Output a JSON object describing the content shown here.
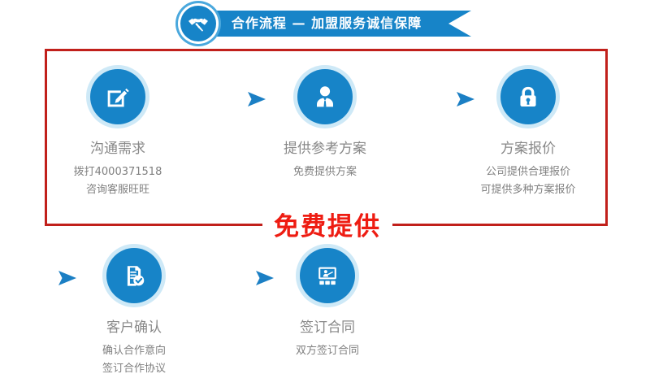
{
  "header": {
    "icon": "handshake-icon",
    "title": "合作流程 — 加盟服务诚信保障",
    "bar_color": "#1784c8"
  },
  "highlight": {
    "label": "免费提供",
    "border_color": "#c1201b",
    "text_color": "#ee1c12"
  },
  "colors": {
    "circle_blue": "#1784c8",
    "arrow_blue": "#1b7fc4",
    "title_gray": "#888888",
    "desc_gray": "#808080"
  },
  "steps": [
    {
      "icon": "pencil-edit-icon",
      "title": "沟通需求",
      "lines": [
        "拨打4000371518",
        "咨询客服旺旺"
      ]
    },
    {
      "icon": "businessman-icon",
      "title": "提供参考方案",
      "lines": [
        "免费提供方案"
      ]
    },
    {
      "icon": "padlock-icon",
      "title": "方案报价",
      "lines": [
        "公司提供合理报价",
        "可提供多种方案报价"
      ]
    },
    {
      "icon": "document-check-icon",
      "title": "客户确认",
      "lines": [
        "确认合作意向",
        "签订合作协议"
      ]
    },
    {
      "icon": "presentation-board-icon",
      "title": "签订合同",
      "lines": [
        "双方签订合同"
      ]
    }
  ],
  "arrows": [
    {
      "name": "arrow-step1-to-step2"
    },
    {
      "name": "arrow-step2-to-step3"
    },
    {
      "name": "arrow-step3-to-step4"
    },
    {
      "name": "arrow-step4-to-step5"
    }
  ]
}
